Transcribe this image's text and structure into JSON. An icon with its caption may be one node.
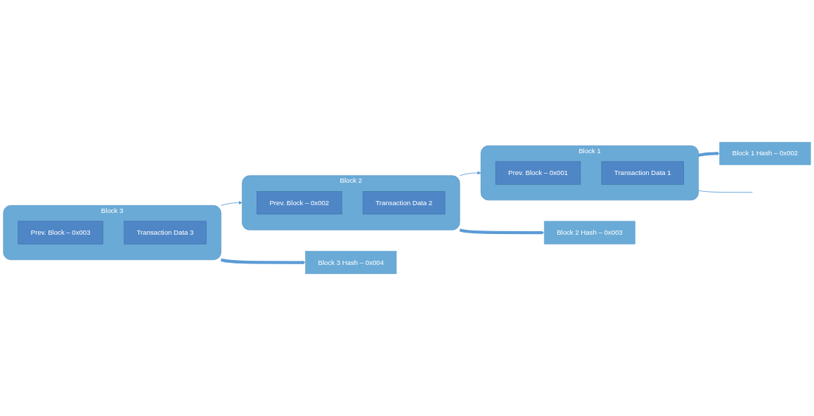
{
  "diagram": {
    "nodes": [
      {
        "text": [
          "Block 1"
        ]
      },
      {
        "text": [
          "Prev. Block – 0x001"
        ],
        "in": 0
      },
      {
        "text": [
          "Transaction Data 1"
        ],
        "in": 0
      },
      {
        "text": [
          "Block 1 Hash – 0x002"
        ]
      },
      {
        "text": [
          "Block 2"
        ]
      },
      {
        "text": [
          "Prev. Block – 0x002"
        ],
        "in": 4
      },
      {
        "text": [
          "Transaction Data 2"
        ],
        "in": 4
      },
      {
        "text": [
          "Block 2 Hash – 0x003"
        ]
      },
      {
        "text": [
          "Block 3"
        ]
      },
      {
        "text": [
          "Prev. Block – 0x003"
        ],
        "in": 8
      },
      {
        "text": [
          "Transaction Data 3"
        ],
        "in": 8
      },
      {
        "text": [
          "Block 3 Hash – 0x004"
        ]
      }
    ],
    "edges": [
      {
        "from": 0,
        "to": 3,
        "arrow": "to",
        "style": "thick"
      },
      {
        "from": 4,
        "to": 7,
        "arrow": "to",
        "style": "thick"
      },
      {
        "from": 8,
        "to": 11,
        "arrow": "to",
        "style": "thick"
      },
      {
        "from": 0,
        "to": null,
        "arrow": "none"
      },
      {
        "from": 4,
        "to": 0,
        "arrow": "to"
      },
      {
        "from": 8,
        "to": 4,
        "arrow": "to"
      }
    ]
  }
}
